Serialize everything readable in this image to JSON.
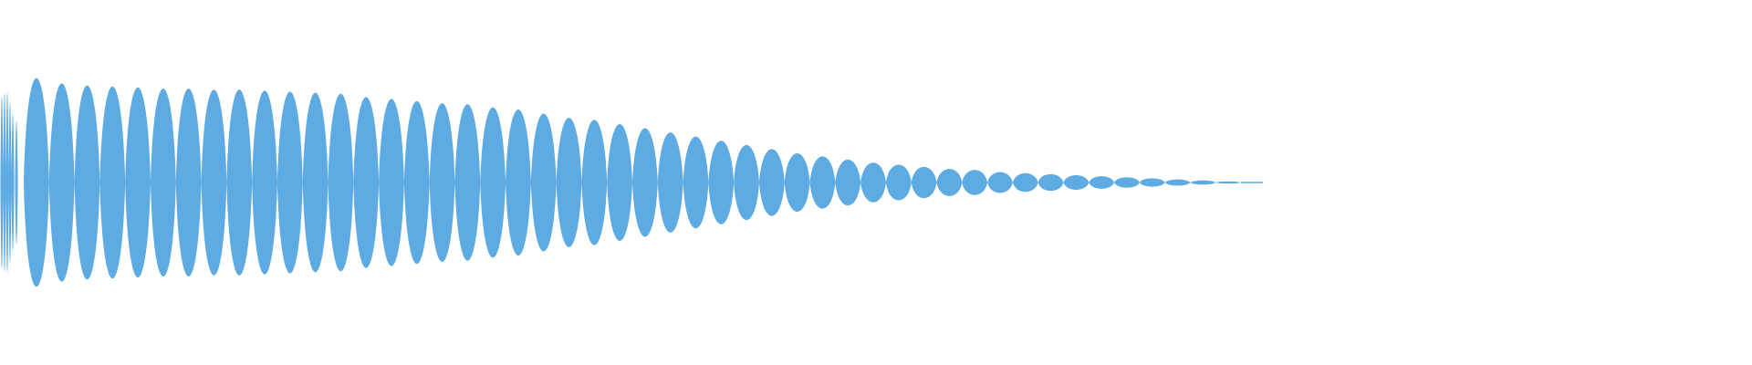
{
  "waveform": {
    "color": "#5DABE2",
    "background": "#FFFFFF",
    "lobe_count": 48,
    "envelope": [
      1.0,
      0.95,
      0.93,
      0.92,
      0.91,
      0.9,
      0.9,
      0.89,
      0.89,
      0.88,
      0.87,
      0.86,
      0.85,
      0.82,
      0.8,
      0.78,
      0.76,
      0.75,
      0.72,
      0.7,
      0.66,
      0.62,
      0.6,
      0.56,
      0.52,
      0.48,
      0.44,
      0.4,
      0.36,
      0.32,
      0.28,
      0.25,
      0.22,
      0.19,
      0.17,
      0.15,
      0.13,
      0.12,
      0.1,
      0.09,
      0.08,
      0.07,
      0.06,
      0.05,
      0.04,
      0.03,
      0.02,
      0.01
    ]
  }
}
